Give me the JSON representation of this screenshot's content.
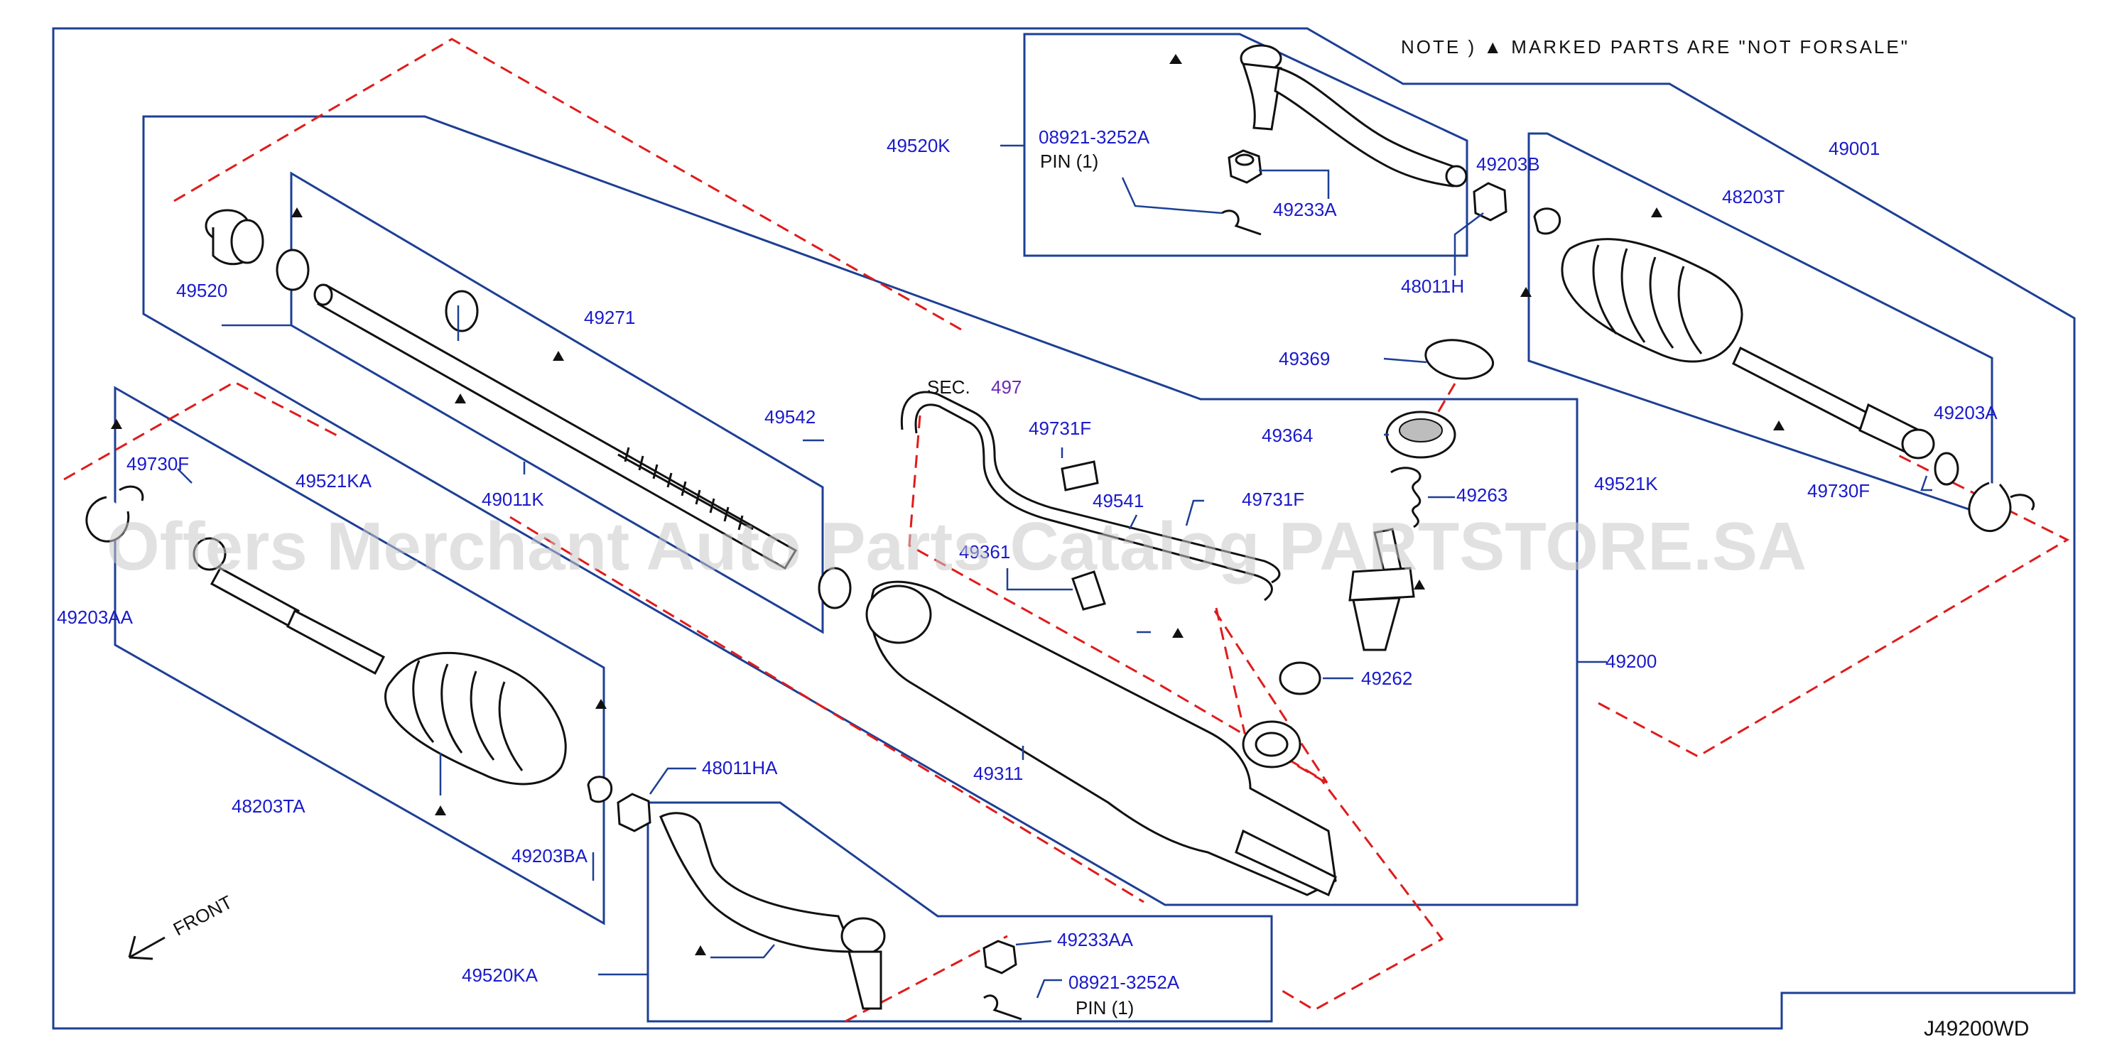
{
  "note": "NOTE )  ▲  MARKED PARTS ARE \"NOT FORSALE\"",
  "diagram_code": "J49200WD",
  "watermark": "Offers Merchant Auto Parts Catalog PARTSTORE.SA",
  "front_label": "FRONT",
  "section_ref": {
    "prefix": "SEC.",
    "number": "497"
  },
  "labels": {
    "p49520K": "49520K",
    "p08921_3252A": "08921-3252A",
    "pin1": "PIN    (1)",
    "p49233A": "49233A",
    "p49203B": "49203B",
    "p49001": "49001",
    "p48203T": "48203T",
    "p48011H": "48011H",
    "p49369": "49369",
    "p49364": "49364",
    "p49263": "49263",
    "p49203A": "49203A",
    "p49521K": "49521K",
    "p49730F_r": "49730F",
    "p49520": "49520",
    "p49271": "49271",
    "p49542": "49542",
    "p49731F_a": "49731F",
    "p49541": "49541",
    "p49731F_b": "49731F",
    "p49011K": "49011K",
    "p49730F_l": "49730F",
    "p49521KA": "49521KA",
    "p49203AA": "49203AA",
    "p49262": "49262",
    "p49200": "49200",
    "p49311": "49311",
    "p49361": "49361",
    "p48011HA": "48011HA",
    "p48203TA": "48203TA",
    "p49203BA": "49203BA",
    "p49233AA": "49233AA",
    "p08921_3252A_b": "08921-3252A",
    "pin1_b": "PIN    (1)",
    "p49520KA": "49520KA"
  }
}
